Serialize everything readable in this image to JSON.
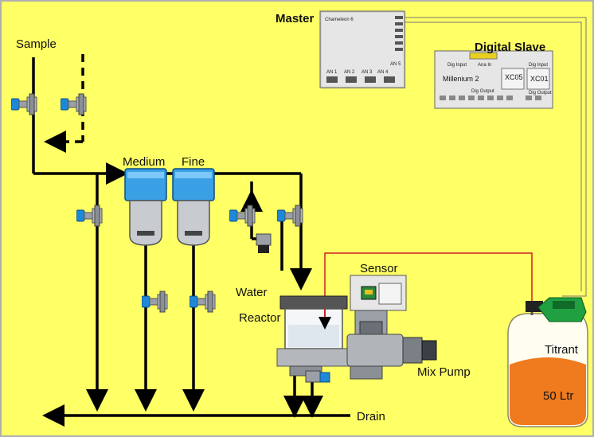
{
  "colors": {
    "background": "#ffff66",
    "line": "#000000",
    "valve": "#1e88d8",
    "panel": "#e6e6e6",
    "signal": "#d02020",
    "titrant_liquid": "#f07a1e",
    "pump_green": "#20a040"
  },
  "labels": {
    "sample": "Sample",
    "medium": "Medium",
    "fine": "Fine",
    "water": "Water",
    "reactor": "Reactor",
    "sensor": "Sensor",
    "mix_pump": "Mix Pump",
    "drain": "Drain",
    "titrant": "Titrant",
    "volume": "50 Ltr"
  },
  "master": {
    "title": "Master",
    "device": "Chameleon 6",
    "slot_labels": [
      "AN 1",
      "AN 2",
      "AN 3",
      "AN 4",
      "AN 5"
    ]
  },
  "slave": {
    "title": "Digital Slave",
    "device": "Millenium 2",
    "module_xc05": "XC05",
    "module_xc01": "XC01",
    "dig_input": "Dig Input",
    "ana_in": "Ana In",
    "dig_output": "Dig Output",
    "right_dig_input": "Dig Input",
    "right_dig_output": "Dig Output"
  },
  "icons": {
    "valve": "valve-icon",
    "arrow": "flow-arrow-icon",
    "filter": "filter-housing-icon",
    "pump": "pump-icon",
    "tank": "tank-icon"
  }
}
